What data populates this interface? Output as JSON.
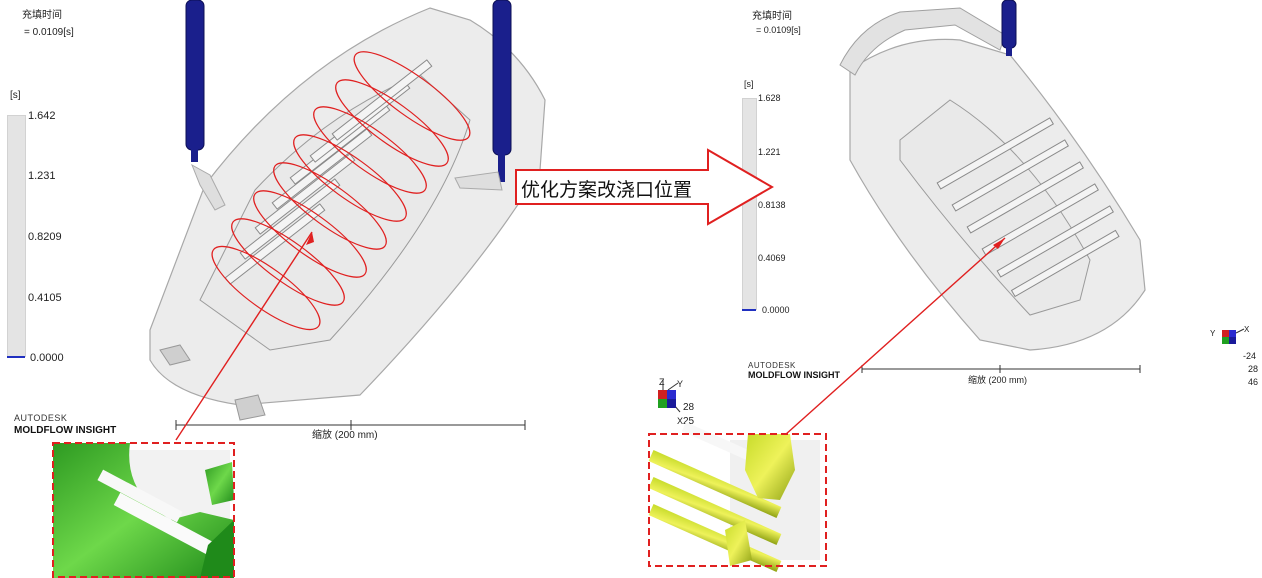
{
  "left_view": {
    "result_title": "充填时间",
    "result_value": "=  0.0109[s]",
    "legend_unit": "[s]",
    "legend_ticks": [
      "1.642",
      "1.231",
      "0.8209",
      "0.4105",
      "0.0000"
    ],
    "brand_top": "AUTODESK",
    "brand_bottom": "MOLDFLOW INSIGHT",
    "scale_label": "缩放 (200 mm)"
  },
  "right_view": {
    "result_title": "充填时间",
    "result_value": "=  0.0109[s]",
    "legend_unit": "[s]",
    "legend_ticks": [
      "1.628",
      "1.221",
      "0.8138",
      "0.4069",
      "0.0000"
    ],
    "brand_top": "AUTODESK",
    "brand_bottom": "MOLDFLOW INSIGHT",
    "scale_label": "缩放 (200 mm)",
    "axis_values": [
      "-24",
      "28",
      "46"
    ]
  },
  "middle": {
    "arrow_text": "优化方案改浇口位置",
    "axis_values": [
      "28",
      "25"
    ]
  },
  "colors": {
    "runner_blue": "#1a1f8c",
    "ring_red": "#e02020",
    "part_gray": "#d6d6d6",
    "inset_green": "#3cbd2a",
    "inset_yellow": "#b9cf1e"
  }
}
